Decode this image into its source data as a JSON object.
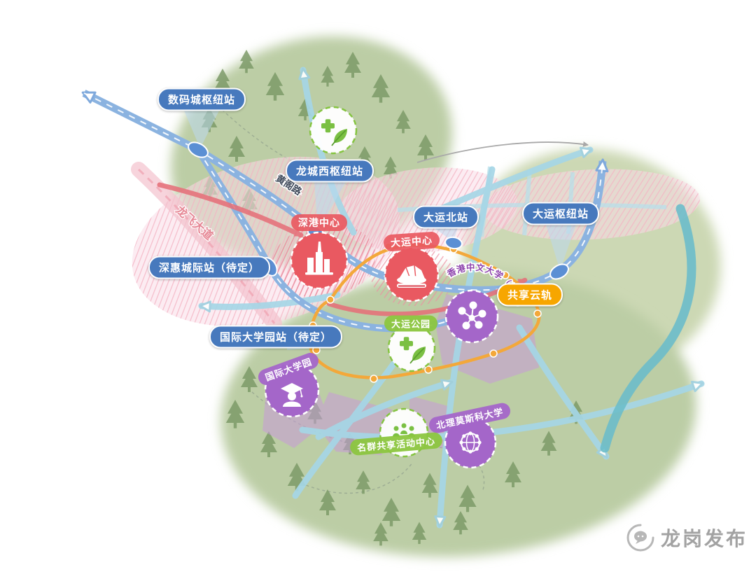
{
  "labels": {
    "shumacheng_hub": "数码城枢纽站",
    "longcheng_west_hub": "龙城西枢纽站",
    "dayun_north_station": "大运北站",
    "dayun_hub_station": "大运枢纽站",
    "shenhui_intercity_station": "深惠城际站（待定）",
    "intl_univ_park_station": "国际大学园站（待定）",
    "shared_cloud_rail": "共享云轨",
    "shengang_center": "深港中心",
    "dayun_center": "大运中心",
    "dayun_park": "大运公园",
    "cuhk_shenzhen": "香港中文大学（深圳）",
    "intl_univ_park": "国际大学园",
    "bit_moscow_univ": "北理莫斯科大学",
    "shared_activity_center": "名群共享活动中心",
    "huangge_road": "黄阁路",
    "longfei_avenue": "龙飞大道",
    "watermark": "龙岗发布"
  },
  "icons": {
    "shengang_center": "city-skyline-icon",
    "dayun_center": "stadium-icon",
    "park_nodes": "medical-cross-leaf-icon",
    "cuhk_shenzhen": "molecule-network-icon",
    "intl_univ_park": "graduate-cap-icon",
    "bit_moscow_univ": "globe-icon",
    "shared_activity_center": "people-group-icon",
    "watermark": "chat-bubble-logo-icon"
  },
  "colors": {
    "station_label_blue": "#4779bd",
    "cloud_rail_orange": "#f3a83a",
    "center_red": "#e95961",
    "park_green": "#8cc63f",
    "university_purple": "#a466c9",
    "flow_teal": "#a5d6e6",
    "rail_corridor_blue": "#8bb3e0",
    "urban_pink": "#f3b3c3",
    "terrain_green": "#bccda5"
  }
}
